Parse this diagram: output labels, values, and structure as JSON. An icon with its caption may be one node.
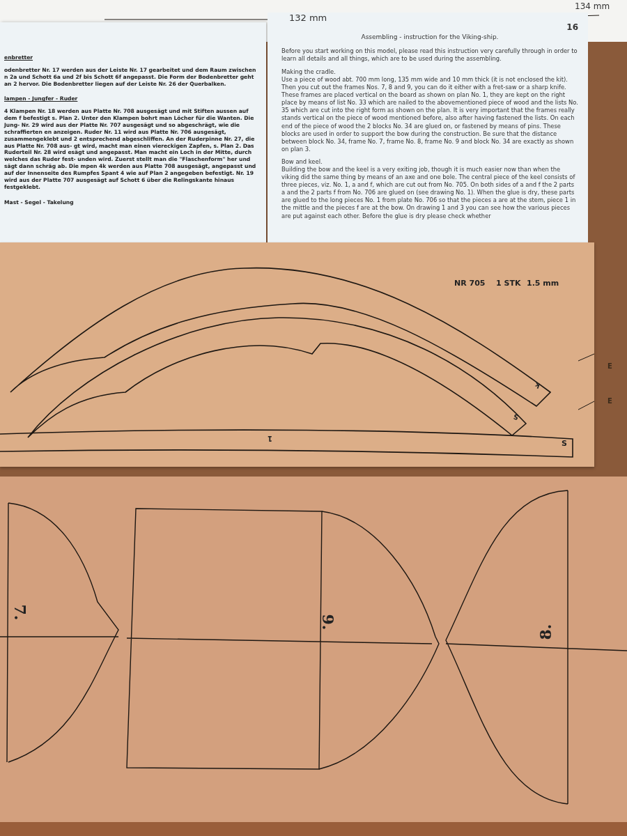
{
  "diagram": {
    "title": "Assembling - instruction for the Viking-ship.",
    "labels": [
      "132 mm",
      "134 mm",
      "enbretter",
      "odenbretter Nr. 17 werden aus der Leiste Nr. 17 gearbeitet und dem Raum zwischen n 2a und Schott 6a und 2f bis Schott 6f angepasst. Die Form der Bodenbretter geht an 2 hervor. Die Bodenbretter liegen auf der Leiste Nr. 26 der Querbalken.",
      "lampen - Jungfer - Ruder",
      "4 Klampen Nr. 18 werden aus Platte Nr. 708 ausgesägt und mit Stiften aussen auf dem f befestigt s. Plan 2. Unter den Klampen bohrt man Löcher für die Wanten. Die Jung- Nr. 29 wird aus der Platte Nr. 707 ausgesägt und so abgeschrägt, wie die schraffierten en anzeigen. Ruder Nr. 11 wird aus Platte Nr. 706 ausgesägt, zusammengeklebt und 2 entsprechend abgeschliffen. An der Ruderpinne Nr. 27, die aus Platte Nr. 708 aus- gt wird, macht man einen viereckigen Zapfen, s. Plan 2. Das Ruderteil Nr. 28 wird esägt und angepasst. Man macht ein Loch in der Mitte, durch welches das Ruder fest- unden wird. Zuerst stellt man die \"Flaschenform\" her und sägt dann schräg ab. Die mpen 4k werden aus Platte 708 ausgesägt, angepasst und auf der Innenseite des Rumpfes Spant 4 wie auf Plan 2 angegeben befestigt. Nr. 19 wird aus der Platte 707 ausgesägt auf Schott 6 über die Relingskante hinaus festgeklebt.",
      "Mast - Segel - Takelung",
      "16",
      "Before you start working on this model, please read this instruction very carefully through in order to learn all details and all things, which are to be used during the assembling.",
      "Making the cradle.",
      "Use a piece of wood abt. 700 mm long, 135 mm wide and 10 mm thick (it is not enclosed the kit). Then you cut out the frames Nos. 7, 8 and 9, you can do it either with a fret-saw or a sharp knife. These frames are placed vertical on the board as shown on plan No. 1, they are kept on the right place by means of list No. 33 which are nailed to the abovementioned piece of wood and the lists No. 35 which are cut into the right form as shown on the plan. It is very important that the frames really stands vertical on the piece of wood mentioned before, also after having fastened the lists. On each end of the piece of wood the 2 blocks No. 34 are glued on, or fastened by means of pins. These blocks are used in order to support the bow during the construction. Be sure that the distance between block No. 34, frame No. 7, frame No. 8, frame No. 9 and block No. 34 are exactly as shown on plan 3.",
      "Bow and keel.",
      "Building the bow and the keel is a very exiting job, though it is much easier now than when the viking did the same thing by means of an axe and one bole. The central piece of the keel consists of three pieces, viz. No. 1, a and f, which are cut out from No. 705. On both sides of a and f the 2 parts a and the 2 parts f from No. 706 are glued on (see drawing No. 1). When the glue is dry, these parts are glued to the long pieces No. 1 from plate No. 706 so that the pieces a are at the stem, piece 1 in the mittle and the pieces f are at the bow. On drawing 1 and 3 you can see how the various pieces are put against each other. Before the glue is dry please check whether",
      "NR 705",
      "1 STK",
      "1.5 mm",
      "k",
      "S",
      "S",
      "1",
      "E",
      "E",
      "7.",
      "9.",
      "8."
    ]
  }
}
